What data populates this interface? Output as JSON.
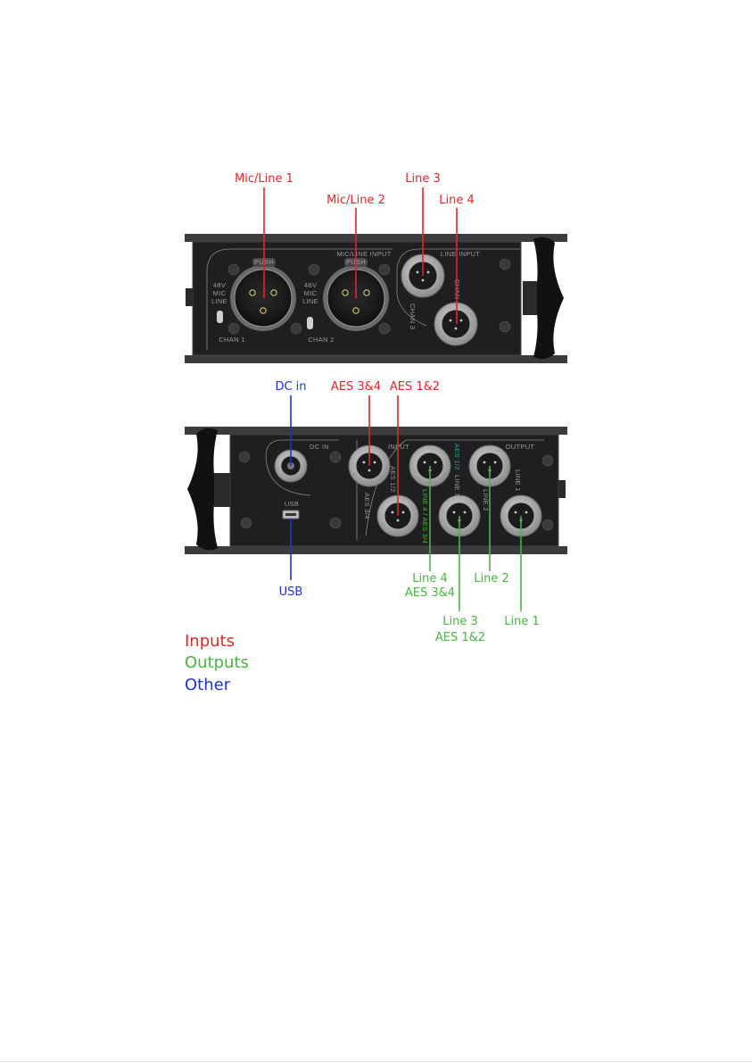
{
  "colors": {
    "inputs": "#e0252c",
    "outputs": "#4bb443",
    "other": "#1d33d6",
    "panel": "#1f1f21",
    "connector_label_teal": "#2ea59a"
  },
  "callouts": {
    "mic_line_1": "Mic/Line 1",
    "mic_line_2": "Mic/Line 2",
    "line_3_in": "Line 3",
    "line_4_in": "Line 4",
    "dc_in": "DC in",
    "aes_3_4": "AES 3&4",
    "aes_1_2": "AES 1&2",
    "usb": "USB",
    "out_line4_a": "Line 4",
    "out_line4_b": "AES 3&4",
    "out_line2": "Line 2",
    "out_line3_a": "Line 3",
    "out_line3_b": "AES 1&2",
    "out_line1": "Line 1"
  },
  "panel_labels": {
    "push_1": "PUSH",
    "push_2": "PUSH",
    "mic_line_input": "MIC/LINE INPUT",
    "line_input": "LINE INPUT",
    "switch_1": [
      "48V",
      "MIC",
      "LINE"
    ],
    "switch_2": [
      "48V",
      "MIC",
      "LINE"
    ],
    "chan_1": "CHAN 1",
    "chan_2": "CHAN 2",
    "chan_3": "CHAN 3",
    "chan_4": "CHAN 4",
    "dc_in": "DC IN",
    "input": "INPUT",
    "output": "OUTPUT",
    "usb": "USB",
    "aes_1_2": "AES 1/2",
    "aes_3_4": "AES 3/4",
    "aes_1_2_out": "AES 1/2",
    "line_3": "LINE 3",
    "line_2": "LINE 2",
    "line_1": "LINE 1",
    "line_4_aes": "LINE 4 / AES 3/4"
  },
  "legend": {
    "inputs": "Inputs",
    "outputs": "Outputs",
    "other": "Other"
  }
}
